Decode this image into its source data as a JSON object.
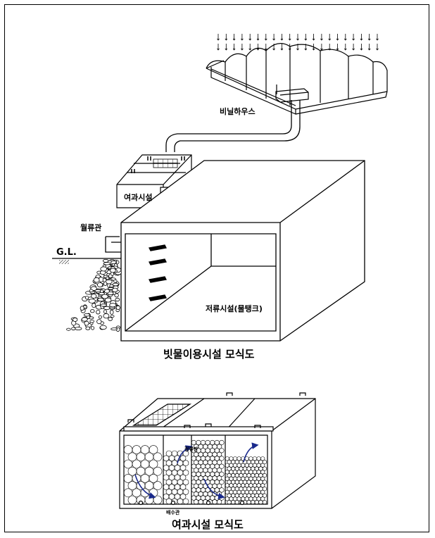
{
  "labels": {
    "greenhouse": "비닐하우스",
    "filter": "여과시설",
    "overflow": "월류관",
    "ground": "G.L.",
    "tank": "저류시설(물탱크)",
    "strainer": "정류판",
    "drain": "배수관"
  },
  "captions": {
    "top": "빗물이용시설 모식도",
    "bottom": "여과시설 모식도"
  }
}
